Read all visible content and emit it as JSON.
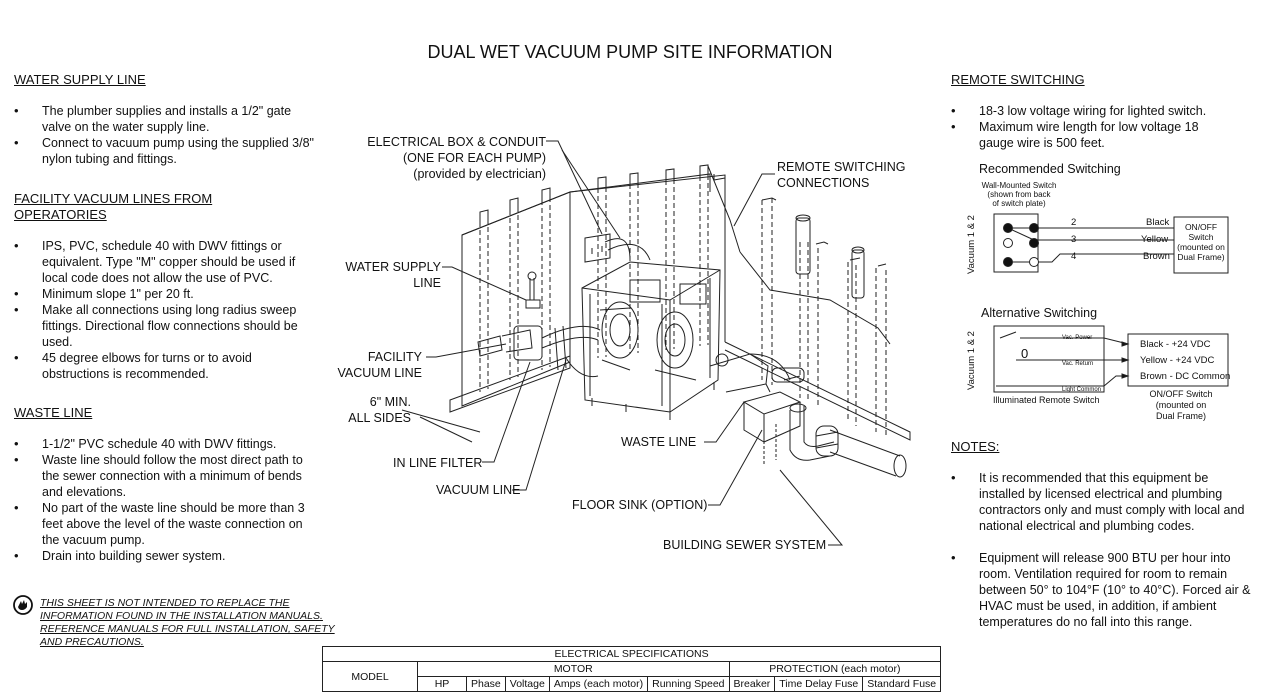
{
  "title": "DUAL WET VACUUM PUMP SITE INFORMATION",
  "water_supply": {
    "heading": "WATER SUPPLY LINE",
    "items": [
      "The plumber supplies and installs a 1/2\" gate valve on the water supply line.",
      "Connect to vacuum pump using the supplied 3/8\" nylon tubing and fittings."
    ]
  },
  "facility_vacuum": {
    "heading_line1": "FACILITY VACUUM LINES FROM",
    "heading_line2": "OPERATORIES",
    "items": [
      "IPS, PVC, schedule 40 with DWV fittings or equivalent. Type \"M\" copper should be used if local code does not allow the use of PVC.",
      "Minimum slope 1\" per 20 ft.",
      "Make all connections using long radius sweep fittings.  Directional flow connections should be used.",
      "45 degree elbows for turns or to avoid obstructions is recommended."
    ]
  },
  "waste_line": {
    "heading": "WASTE LINE",
    "items": [
      "1-1/2\" PVC schedule 40 with DWV fittings.",
      "Waste line should follow the most direct path to the sewer connection with a minimum of bends and elevations.",
      "No part of the waste line should be more than 3 feet above the level of the waste connection on the vacuum pump.",
      "Drain into building sewer system."
    ]
  },
  "warning": "THIS SHEET IS NOT INTENDED TO REPLACE THE INFORMATION FOUND IN THE INSTALLATION MANUALS. REFERENCE MANUALS FOR FULL INSTALLATION, SAFETY AND PRECAUTIONS.",
  "diagram_labels": {
    "electrical_box_1": "ELECTRICAL BOX & CONDUIT",
    "electrical_box_2": "(ONE FOR EACH PUMP)",
    "electrical_box_3": "(provided by electrician)",
    "remote_conn_1": "REMOTE SWITCHING",
    "remote_conn_2": "CONNECTIONS",
    "water_supply_1": "WATER SUPPLY",
    "water_supply_2": "LINE",
    "facility_vac_1": "FACILITY",
    "facility_vac_2": "VACUUM LINE",
    "min_1": "6\" MIN.",
    "min_2": "ALL SIDES",
    "inline_filter": "IN LINE FILTER",
    "vacuum_line": "VACUUM LINE",
    "waste_line": "WASTE LINE",
    "floor_sink": "FLOOR SINK (OPTION)",
    "building_sewer": "BUILDING SEWER SYSTEM"
  },
  "remote_switching": {
    "heading": "REMOTE SWITCHING",
    "items": [
      "18-3 low voltage wiring for lighted switch.",
      "Maximum wire length for low voltage 18 gauge wire is 500 feet."
    ],
    "recommended_title": "Recommended Switching",
    "wall_switch_1": "Wall-Mounted Switch",
    "wall_switch_2": "(shown from back",
    "wall_switch_3": "of switch plate)",
    "vacuum_label": "Vacuum 1 & 2",
    "wire_numbers": [
      "2",
      "3",
      "4"
    ],
    "wire_colors": [
      "Black",
      "Yellow",
      "Brown"
    ],
    "onoff_1": "ON/OFF",
    "onoff_2": "Switch",
    "onoff_3": "(mounted on",
    "onoff_4": "Dual Frame)",
    "alternative_title": "Alternative Switching",
    "vac_power": "Vac. Power",
    "vac_return": "Vac. Return",
    "light_common": "Light Common",
    "switch_zero": "0",
    "alt_wires": [
      "Black - +24 VDC",
      "Yellow - +24 VDC",
      "Brown - DC Common"
    ],
    "illuminated": "Illuminated Remote Switch",
    "alt_onoff_1": "ON/OFF Switch",
    "alt_onoff_2": "(mounted on",
    "alt_onoff_3": "Dual Frame)"
  },
  "notes": {
    "heading": "NOTES:",
    "items": [
      "It is recommended that this equipment be installed by licensed electrical and plumbing contractors only and must comply with local and national electrical and plumbing codes.",
      "Equipment will release 900 BTU per hour into room.  Ventilation required for room to remain between 50° to 104°F (10° to 40°C).  Forced air & HVAC must be used, in addition, if ambient temperatures do no fall into this range."
    ]
  },
  "electrical_specs": {
    "title": "ELECTRICAL SPECIFICATIONS",
    "model": "MODEL",
    "motor": "MOTOR",
    "protection": "PROTECTION (each motor)",
    "columns": [
      "HP",
      "Phase",
      "Voltage",
      "Amps (each motor)",
      "Running Speed",
      "Breaker",
      "Time Delay Fuse",
      "Standard Fuse"
    ]
  },
  "colors": {
    "ink": "#111111",
    "line": "#222222",
    "background": "#ffffff"
  }
}
